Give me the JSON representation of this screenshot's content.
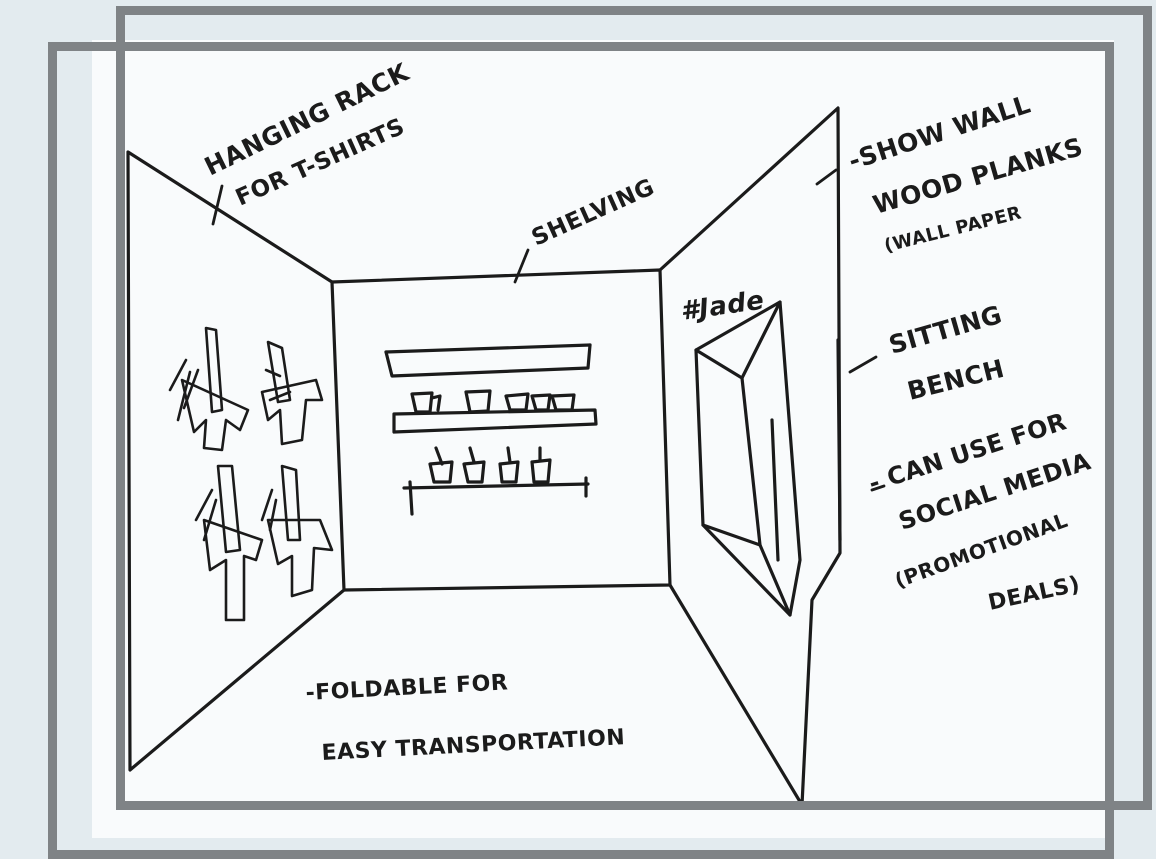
{
  "labels": {
    "hanging_rack_1": "HANGING RACK",
    "hanging_rack_2": "FOR T-SHIRTS",
    "shelving": "SHELVING",
    "show_wall_1": "-SHOW WALL",
    "show_wall_2": "WOOD PLANKS",
    "show_wall_3": "(WALL PAPER",
    "sitting_1": "SITTING",
    "sitting_2": "BENCH",
    "social_1": "- CAN USE FOR",
    "social_2": "SOCIAL MEDIA",
    "social_3": "(PROMOTIONAL",
    "social_4": "DEALS)",
    "foldable_1": "-FOLDABLE FOR",
    "foldable_2": "EASY TRANSPORTATION",
    "wall_sign": "#Jade"
  },
  "colors": {
    "ink": "#1b1b1b",
    "paper": "#f9fbfc",
    "background": "#e3ebef",
    "frame": "#7f8386"
  }
}
